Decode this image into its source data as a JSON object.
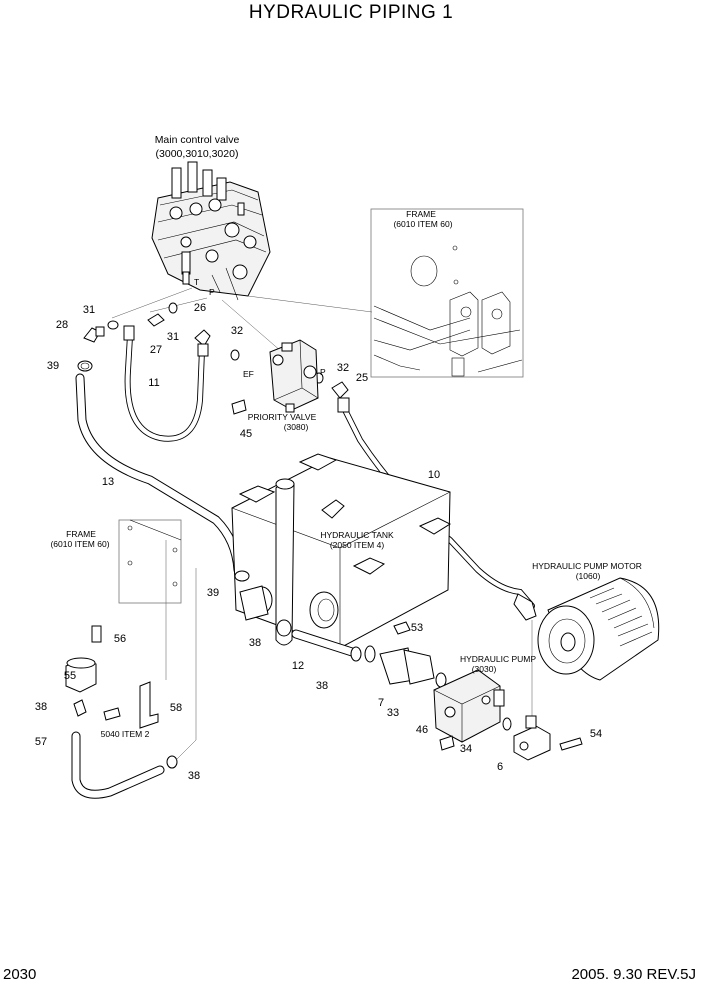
{
  "title": "HYDRAULIC PIPING 1",
  "page_number": "2030",
  "revision": "2005. 9.30  REV.5J",
  "component_labels": {
    "main_control_valve": "Main control valve",
    "main_control_valve_ref": "(3000,3010,3020)",
    "frame_upper": "FRAME",
    "frame_upper_ref": "(6010 ITEM 60)",
    "frame_left": "FRAME",
    "frame_left_ref": "(6010 ITEM 60)",
    "priority_valve": "PRIORITY VALVE",
    "priority_valve_ref": "(3080)",
    "hydraulic_tank": "HYDRAULIC TANK",
    "hydraulic_tank_ref": "(2050 ITEM 4)",
    "hydraulic_pump_motor": "HYDRAULIC PUMP MOTOR",
    "hydraulic_pump_motor_ref": "(1060)",
    "hydraulic_pump": "HYDRAULIC PUMP",
    "hydraulic_pump_ref": "(3030)",
    "item_note": "5040 ITEM 2"
  },
  "port_labels": {
    "t": "T",
    "p": "P",
    "ef": "EF",
    "p2": "P"
  },
  "callouts": [
    "31",
    "28",
    "39",
    "27",
    "31",
    "26",
    "32",
    "11",
    "32",
    "25",
    "45",
    "13",
    "10",
    "39",
    "38",
    "12",
    "53",
    "38",
    "7",
    "33",
    "56",
    "55",
    "38",
    "58",
    "57",
    "38",
    "46",
    "34",
    "6",
    "54"
  ]
}
